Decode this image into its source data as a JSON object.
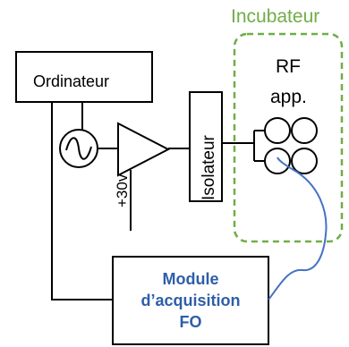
{
  "incubator": {
    "title": "Incubateur"
  },
  "rf_applicator": {
    "title": "RF",
    "subtitle": "app."
  },
  "computer": {
    "label": "Ordinateur"
  },
  "power_supply": {
    "label": "+30v"
  },
  "isolator": {
    "label": "Isolateur"
  },
  "acquisition_module": {
    "lines": [
      "Module",
      "d’acquisition",
      "FO"
    ]
  },
  "colors": {
    "incubator_border": "#70ad47",
    "module_text": "#2e5ea8",
    "fiber_optic": "#4472c4",
    "lines": "#000000"
  }
}
